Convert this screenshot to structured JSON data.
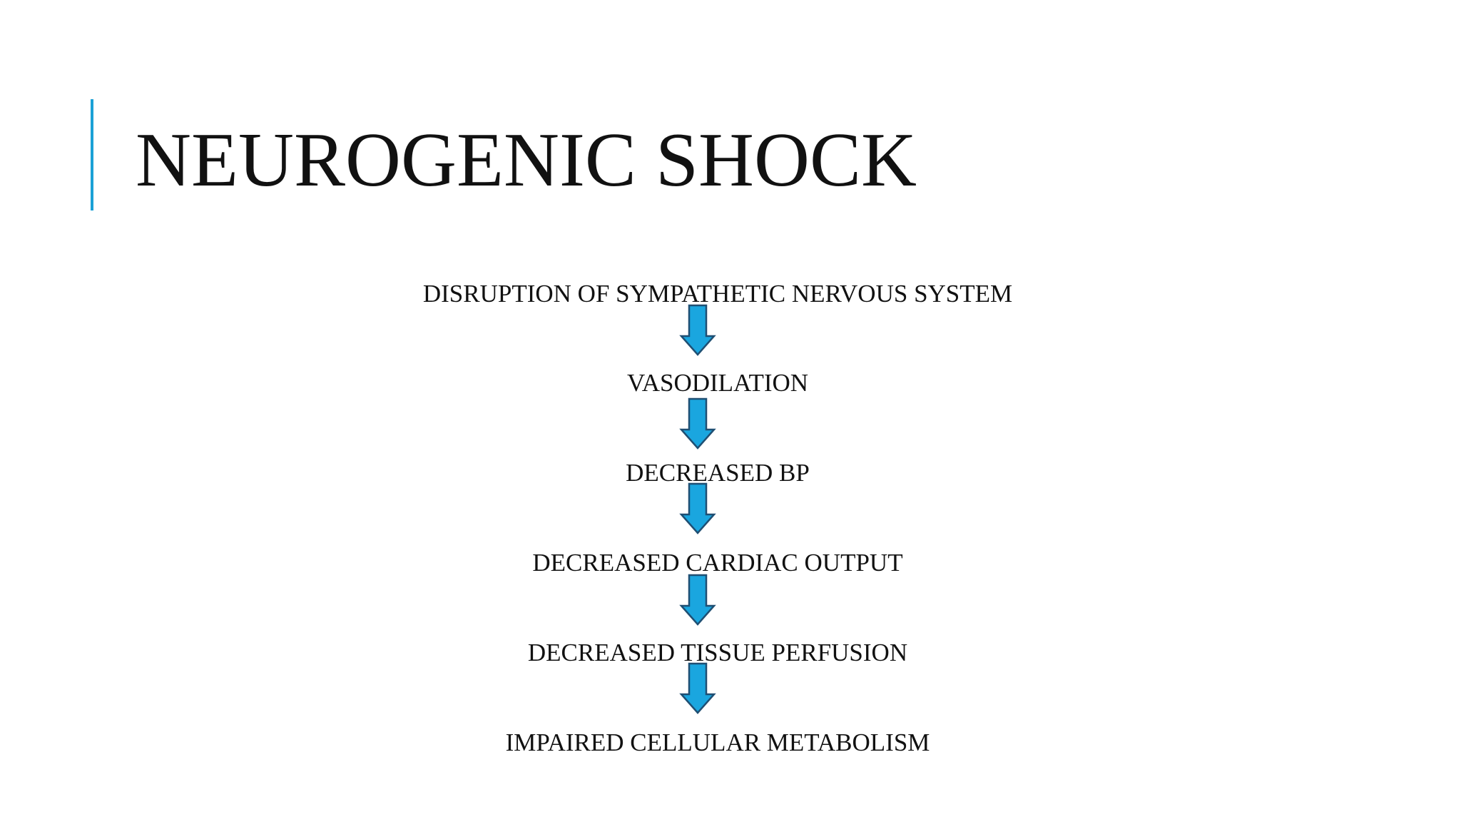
{
  "slide": {
    "title": "NEUROGENIC SHOCK"
  },
  "flow": {
    "steps": [
      "DISRUPTION OF SYMPATHETIC NERVOUS SYSTEM",
      "VASODILATION",
      "DECREASED BP",
      "DECREASED CARDIAC OUTPUT",
      "DECREASED TISSUE PERFUSION",
      "IMPAIRED CELLULAR METABOLISM"
    ]
  },
  "colors": {
    "accent": "#1ba1d6",
    "arrow_fill": "#1aa6df",
    "arrow_stroke": "#1f4f73",
    "text": "#111111"
  },
  "icons": {
    "flow_arrow": "down-arrow-icon"
  }
}
